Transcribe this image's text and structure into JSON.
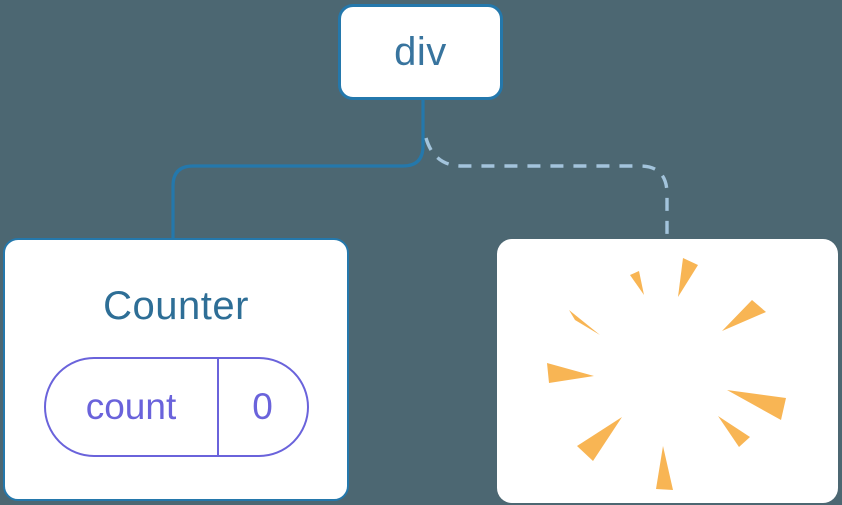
{
  "colors": {
    "background": "#4C6772",
    "node_fill": "#FFFFFF",
    "node_border_blue": "#2478AC",
    "solid_line": "#2478AC",
    "dashed_line": "#A3C4DC",
    "root_label": "#38749E",
    "counter_title": "#2E6E96",
    "state_purple": "#6A63DB",
    "poof_amber": "#F8B554"
  },
  "tree": {
    "root": {
      "label": "div"
    },
    "children": [
      {
        "name": "counter",
        "title": "Counter",
        "link_style": "solid",
        "state_pill": {
          "key": "count",
          "value": "0"
        }
      },
      {
        "name": "removed-component",
        "link_style": "dashed",
        "icon": "poof-starburst-icon"
      }
    ]
  }
}
